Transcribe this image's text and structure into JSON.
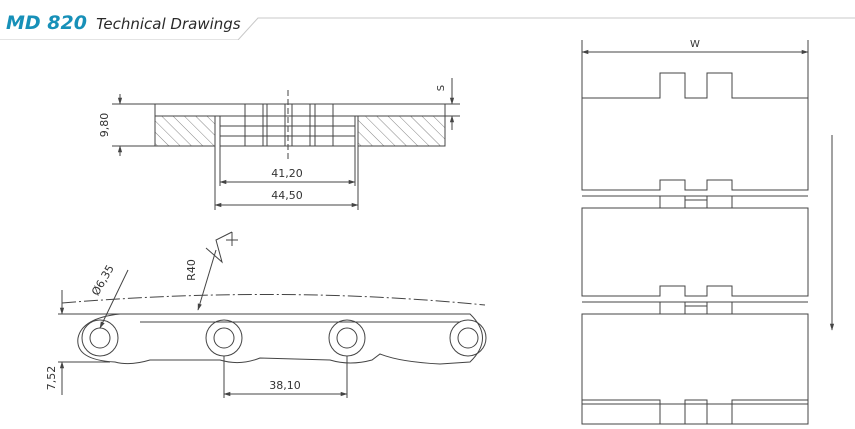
{
  "header": {
    "model": "MD 820",
    "subtitle": "Technical Drawings",
    "accent_color": "#1790b8"
  },
  "dimensions": {
    "height": "9,80",
    "thickness_label": "S",
    "inner_width": "41,20",
    "outer_width": "44,50",
    "hole_diameter": "Ø6,35",
    "radius": "R40",
    "link_height": "7,52",
    "pitch": "38,10",
    "plate_width": "W"
  }
}
